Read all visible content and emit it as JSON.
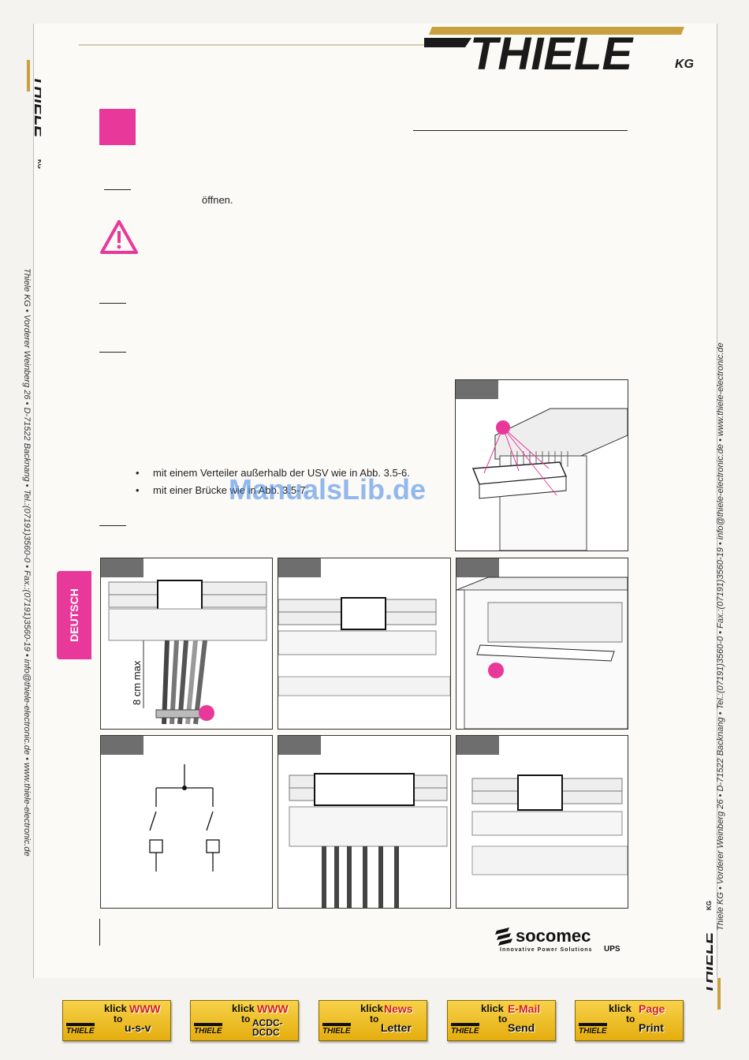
{
  "brand": {
    "logo_text": "THIELE",
    "logo_suffix": "KG"
  },
  "sidebar": {
    "left_contact": "Thiele KG • Vorderer Weinberg 26 • D-71522 Backnang • Tel.:(07191)3560-0 • Fax.:(07191)3560-19 • info@thiele-electronic.de • www.thiele-electronic.de",
    "right_contact": "Thiele KG • Vorderer Weinberg 26 • D-71522 Backnang • Tel.:(07191)3560-0 • Fax.:(07191)3560-19 • info@thiele-electronic.de • www.thiele-electronic.de"
  },
  "content": {
    "open_text": "öffnen.",
    "bullets": [
      "mit einem Verteiler außerhalb der USV wie in Abb. 3.5-6.",
      "mit einer Brücke wie in Abb. 3.5-7."
    ],
    "language_tab": "DEUTSCH",
    "watermark": "ManualsLib.de"
  },
  "figures": {
    "cable_label": "8 cm max"
  },
  "socomec": {
    "name": "socomec",
    "tagline": "Innovative Power Solutions",
    "ups": "UPS"
  },
  "footer_buttons": [
    {
      "top": "klick",
      "word": "WWW",
      "to": "to",
      "sub": "u-s-v"
    },
    {
      "top": "klick",
      "word": "WWW",
      "to": "to",
      "sub": "ACDC-DCDC"
    },
    {
      "top": "klick",
      "word": "News",
      "to": "to",
      "sub": "Letter"
    },
    {
      "top": "klick",
      "word": "E-Mail",
      "to": "to",
      "sub": "Send"
    },
    {
      "top": "klick",
      "word": "Page",
      "to": "to",
      "sub": "Print"
    }
  ],
  "colors": {
    "accent_pink": "#e8399a",
    "gold": "#c9a03e",
    "button_gold": "#f2c12e"
  }
}
